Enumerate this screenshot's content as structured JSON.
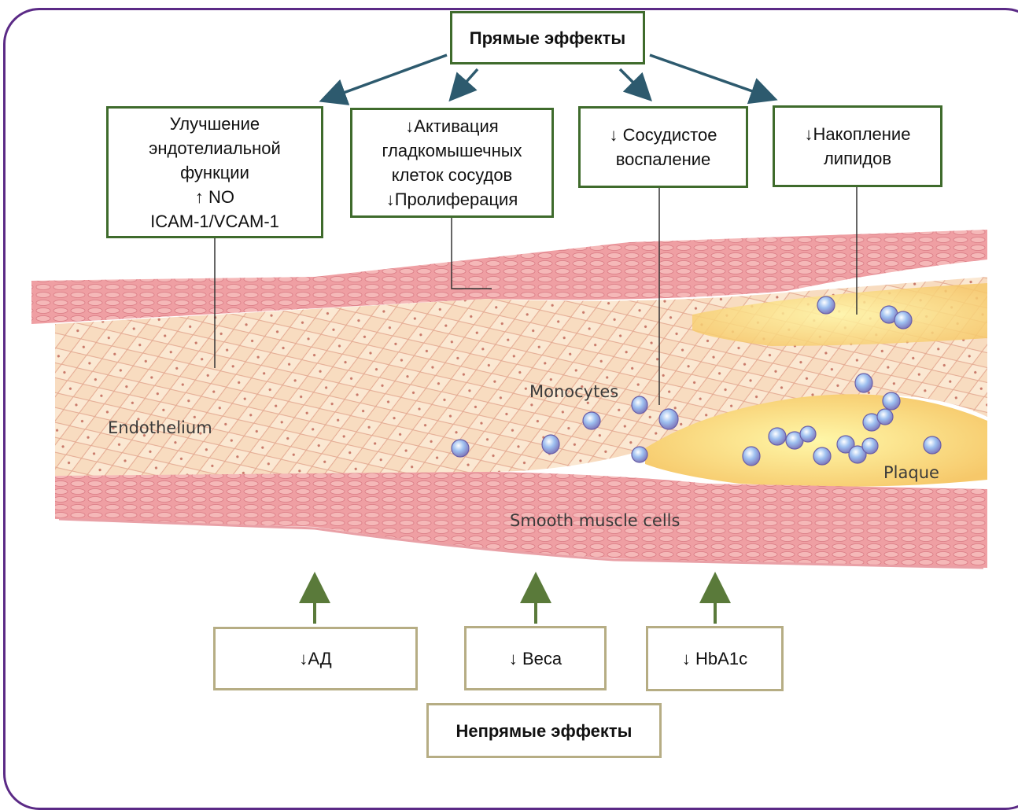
{
  "direct_effects": {
    "title": "Прямые эффекты",
    "items": [
      "Улучшение\nэндотелиальной\nфункции\n↑ NO\nICAM-1/VCAM-1",
      "↓Активация\nгладкомышечных\nклеток сосудов\n↓Пролиферация",
      "↓ Сосудистое\nвоспаление",
      "↓Накопление\nлипидов"
    ]
  },
  "indirect_effects": {
    "title": "Непрямые эффекты",
    "items": [
      "↓АД",
      "↓ Веса",
      "↓ HbA1c"
    ]
  },
  "vessel_labels": {
    "endothelium": "Endothelium",
    "monocytes": "Monocytes",
    "plaque": "Plaque",
    "smooth_muscle": "Smooth muscle cells"
  },
  "colors": {
    "frame": "#5b2a86",
    "direct_border": "#3f6b2c",
    "indirect_border": "#b6ad84",
    "arrow_down": "#2d5a6e",
    "arrow_up": "#5a7a3a"
  }
}
